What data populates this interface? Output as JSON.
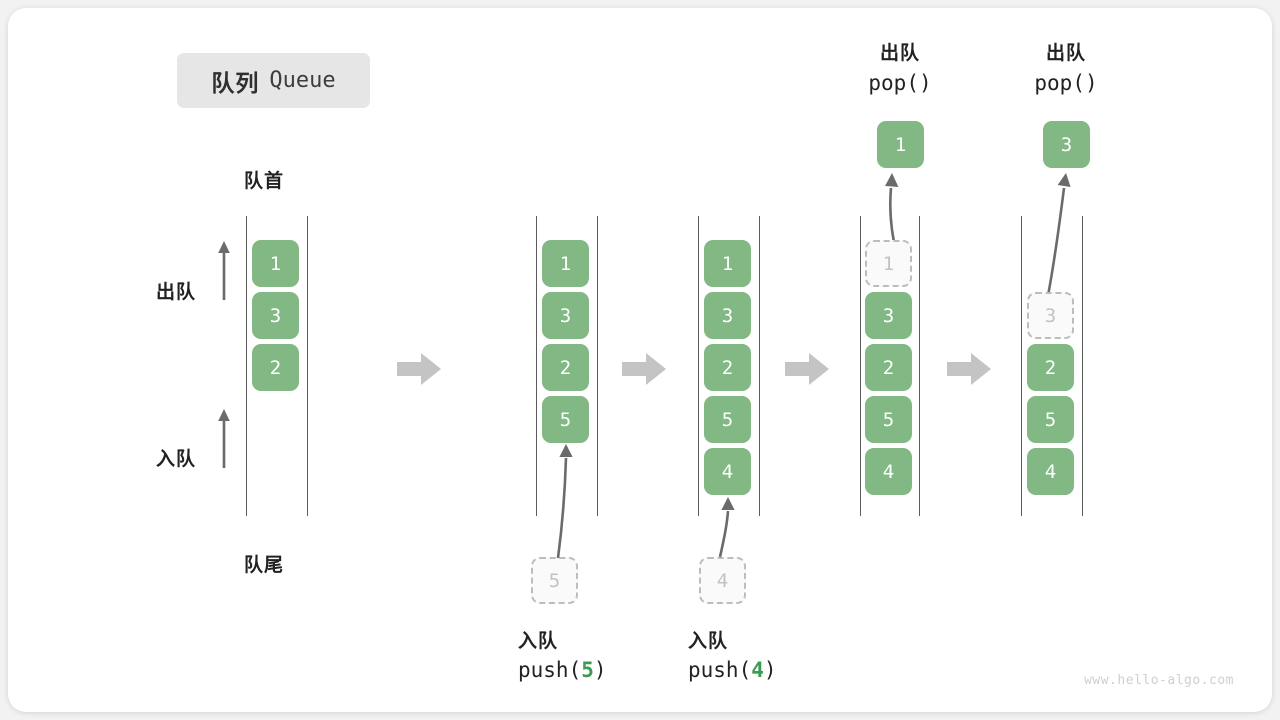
{
  "title": {
    "cn": "队列",
    "en": "Queue"
  },
  "colors": {
    "element": "#81b883",
    "ghost_border": "#bdbdbd",
    "rail": "#5b5b5b",
    "step_arrow": "#c4c4c4",
    "accent_number": "#3a9c52",
    "card": "#ffffff",
    "page_background": "#f2f2f2"
  },
  "side_labels": {
    "front": "队首",
    "rear": "队尾",
    "dequeue": "出队",
    "enqueue": "入队"
  },
  "watermark": "www.hello-algo.com",
  "steps": [
    {
      "id": "initial",
      "kind": "state",
      "cells": [
        "1",
        "3",
        "2"
      ],
      "ghost_index": -1
    },
    {
      "id": "push-5",
      "kind": "push",
      "cells": [
        "1",
        "3",
        "2",
        "5"
      ],
      "ghost_index": -1,
      "incoming_value": "5",
      "label_line1": "入队",
      "label_call_prefix": "push(",
      "label_call_value": "5",
      "label_call_suffix": ")"
    },
    {
      "id": "push-4",
      "kind": "push",
      "cells": [
        "1",
        "3",
        "2",
        "5",
        "4"
      ],
      "ghost_index": -1,
      "incoming_value": "4",
      "label_line1": "入队",
      "label_call_prefix": "push(",
      "label_call_value": "4",
      "label_call_suffix": ")"
    },
    {
      "id": "pop-1",
      "kind": "pop",
      "cells": [
        "1",
        "3",
        "2",
        "5",
        "4"
      ],
      "ghost_index": 0,
      "outgoing_value": "1",
      "label_line1": "出队",
      "label_line2": "pop()"
    },
    {
      "id": "pop-3",
      "kind": "pop",
      "cells": [
        "3",
        "2",
        "5",
        "4"
      ],
      "ghost_index": 0,
      "ghost_slot": 1,
      "outgoing_value": "3",
      "label_line1": "出队",
      "label_line2": "pop()"
    }
  ],
  "step_arrows": [
    {
      "name": "step-arrow-1"
    },
    {
      "name": "step-arrow-2"
    },
    {
      "name": "step-arrow-3"
    },
    {
      "name": "step-arrow-4"
    }
  ]
}
